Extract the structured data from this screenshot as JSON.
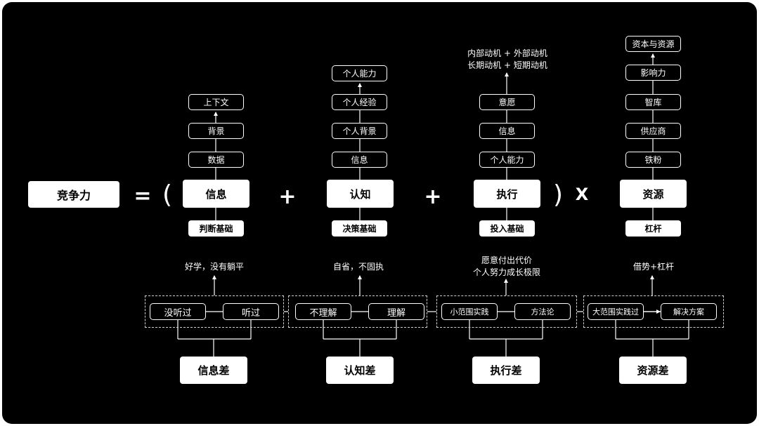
{
  "colors": {
    "background": "#000000",
    "box_fill": "#ffffff",
    "line": "#ffffff",
    "text": "#ffffff"
  },
  "formula": {
    "lhs": "竞争力",
    "equals": "=",
    "paren_open": "(",
    "paren_close": ")",
    "plus": "+",
    "times": "X",
    "terms": [
      {
        "label": "信息",
        "top_chain": [
          "上下文",
          "背景",
          "数据"
        ],
        "base": "判断基础"
      },
      {
        "label": "认知",
        "top_chain": [
          "个人能力",
          "个人经验",
          "个人背景",
          "信息"
        ],
        "base": "决策基础"
      },
      {
        "label": "执行",
        "top_chain": [
          "意愿",
          "信息",
          "个人能力"
        ],
        "top_note": [
          "内部动机 + 外部动机",
          "长期动机 + 短期动机"
        ],
        "base": "投入基础"
      },
      {
        "label": "资源",
        "top_chain": [
          "资本与资源",
          "影响力",
          "智库",
          "供应商",
          "铁粉"
        ],
        "base": "杠杆"
      }
    ]
  },
  "gaps": [
    {
      "from": "没听过",
      "to": "听过",
      "outcome": [
        "好学，没有躺平"
      ],
      "label": "信息差"
    },
    {
      "from": "不理解",
      "to": "理解",
      "outcome": [
        "自省，不固执"
      ],
      "label": "认知差"
    },
    {
      "from": "小范围实践",
      "to": "方法论",
      "outcome": [
        "愿意付出代价",
        "个人努力成长极限"
      ],
      "label": "执行差"
    },
    {
      "from": "大范围实践过",
      "to": "解决方案",
      "outcome": [
        "借势+杠杆"
      ],
      "label": "资源差"
    }
  ]
}
